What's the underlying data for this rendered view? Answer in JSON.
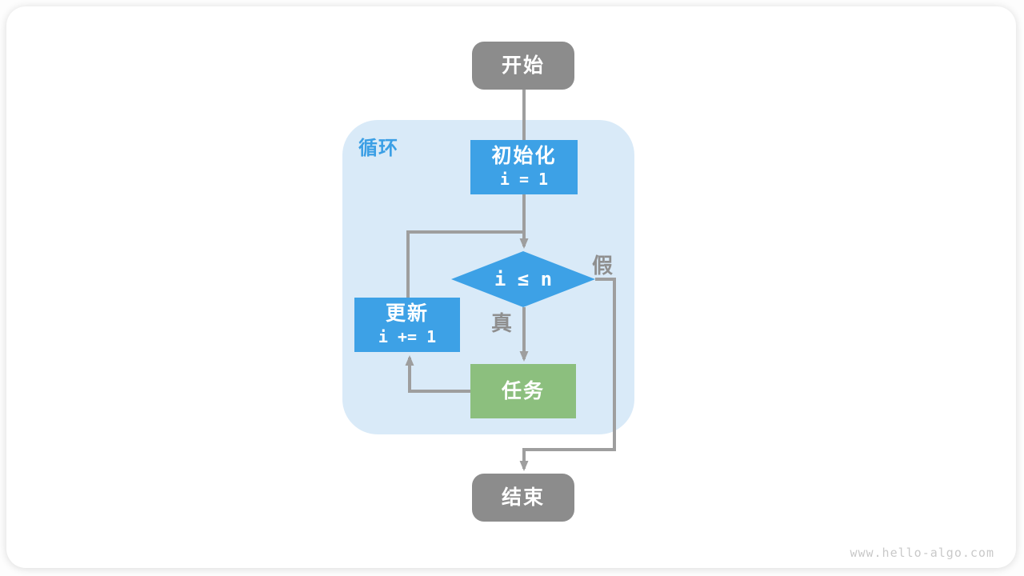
{
  "page": {
    "watermark": "www.hello-algo.com"
  },
  "colors": {
    "node_blue": "#3DA1E6",
    "node_green": "#8CBF7E",
    "node_gray": "#8C8C8C",
    "loop_bg": "#D9EAF8",
    "line_gray": "#9E9E9E",
    "edge_label_gray": "#8F8F8F",
    "loop_label_blue": "#3B9FE5",
    "watermark_gray": "#C9C9C9"
  },
  "flowchart": {
    "loop_container_label": "循环",
    "nodes": {
      "start": {
        "label": "开始"
      },
      "init": {
        "label": "初始化",
        "code": "i = 1"
      },
      "condition": {
        "label": "i ≤ n"
      },
      "update": {
        "label": "更新",
        "code": "i += 1"
      },
      "task": {
        "label": "任务"
      },
      "end": {
        "label": "结束"
      }
    },
    "edge_labels": {
      "true_branch": "真",
      "false_branch": "假"
    }
  }
}
